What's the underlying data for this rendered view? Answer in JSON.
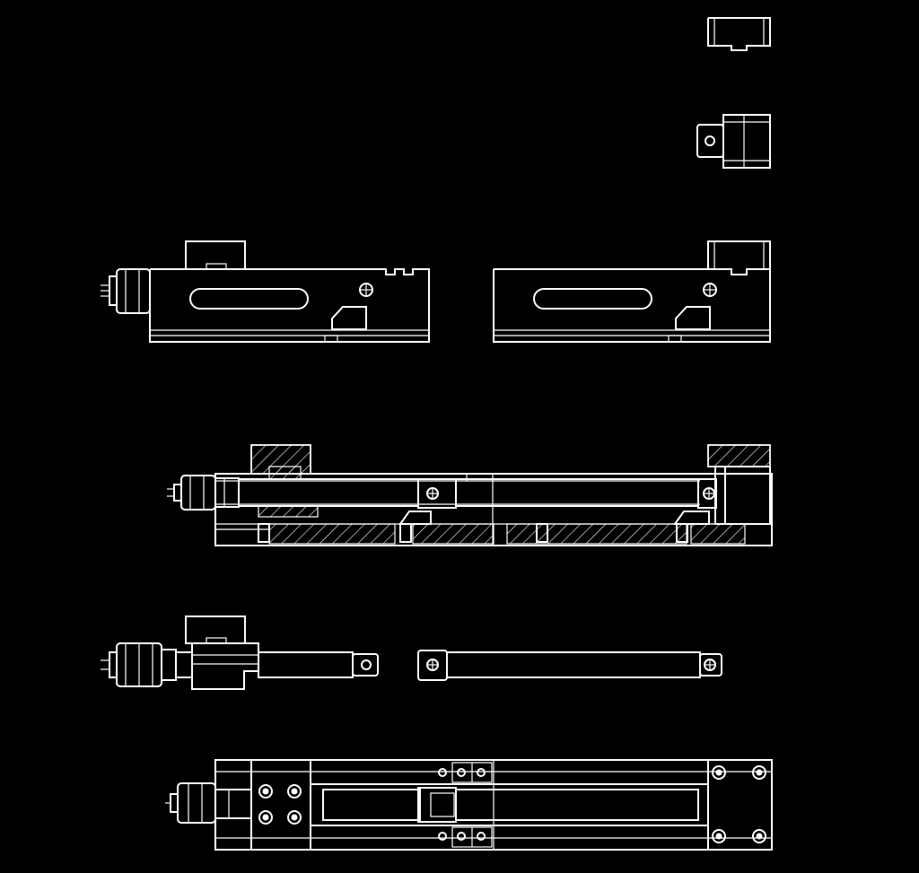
{
  "drawing": {
    "background": "#000000",
    "line_color": "#ffffff",
    "views": [
      {
        "id": "jaw-end-view",
        "description_name": "jaw-block-end"
      },
      {
        "id": "jaw-top-view",
        "description_name": "jaw-block-top"
      },
      {
        "id": "vise-side-view",
        "description_name": "vise-side-elevation"
      },
      {
        "id": "vise-section-view",
        "description_name": "vise-longitudinal-section"
      },
      {
        "id": "spindle-assembly-view",
        "description_name": "spindle-and-rods"
      },
      {
        "id": "vise-plan-view",
        "description_name": "vise-plan"
      }
    ]
  }
}
